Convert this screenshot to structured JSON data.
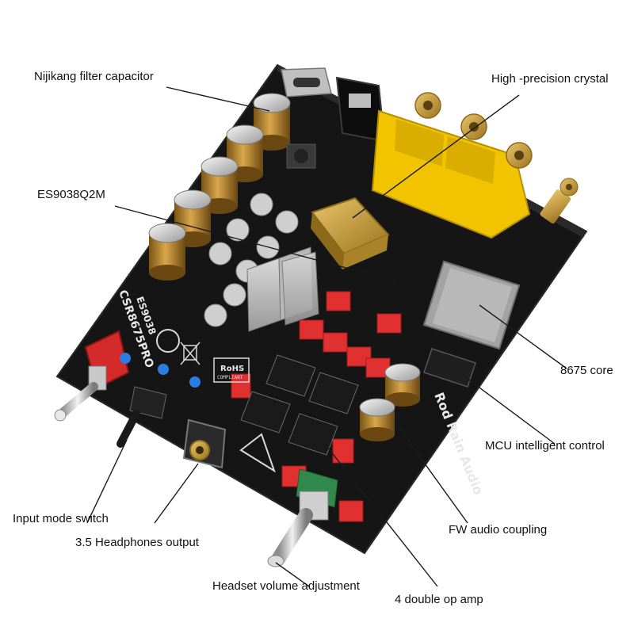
{
  "callouts": {
    "filter_capacitor": "Nijikang filter capacitor",
    "crystal": "High -precision crystal",
    "dac_chip": "ES9038Q2M",
    "core": "8675 core",
    "mcu": "MCU intelligent control",
    "input_switch": "Input mode switch",
    "fw_coupling": "FW audio coupling",
    "headphones_output": "3.5 Headphones output",
    "volume": "Headset volume adjustment",
    "op_amp": "4 double op amp"
  },
  "board": {
    "model_print": "CSR8675PRO",
    "chip_print": "ES9038",
    "brand_print": "Rod Rain Audio",
    "rohs_print": "RoHS",
    "compliant_print": "COMPLIANT"
  },
  "colors": {
    "pcb": "#141414",
    "relay_yellow": "#f2c400",
    "crystal_gold": "#c9a23a",
    "cap_gold": "#b8862d",
    "module_gray": "#9c9c9c",
    "red_caps": "#e03030",
    "knob_green": "#2f8a4c"
  }
}
